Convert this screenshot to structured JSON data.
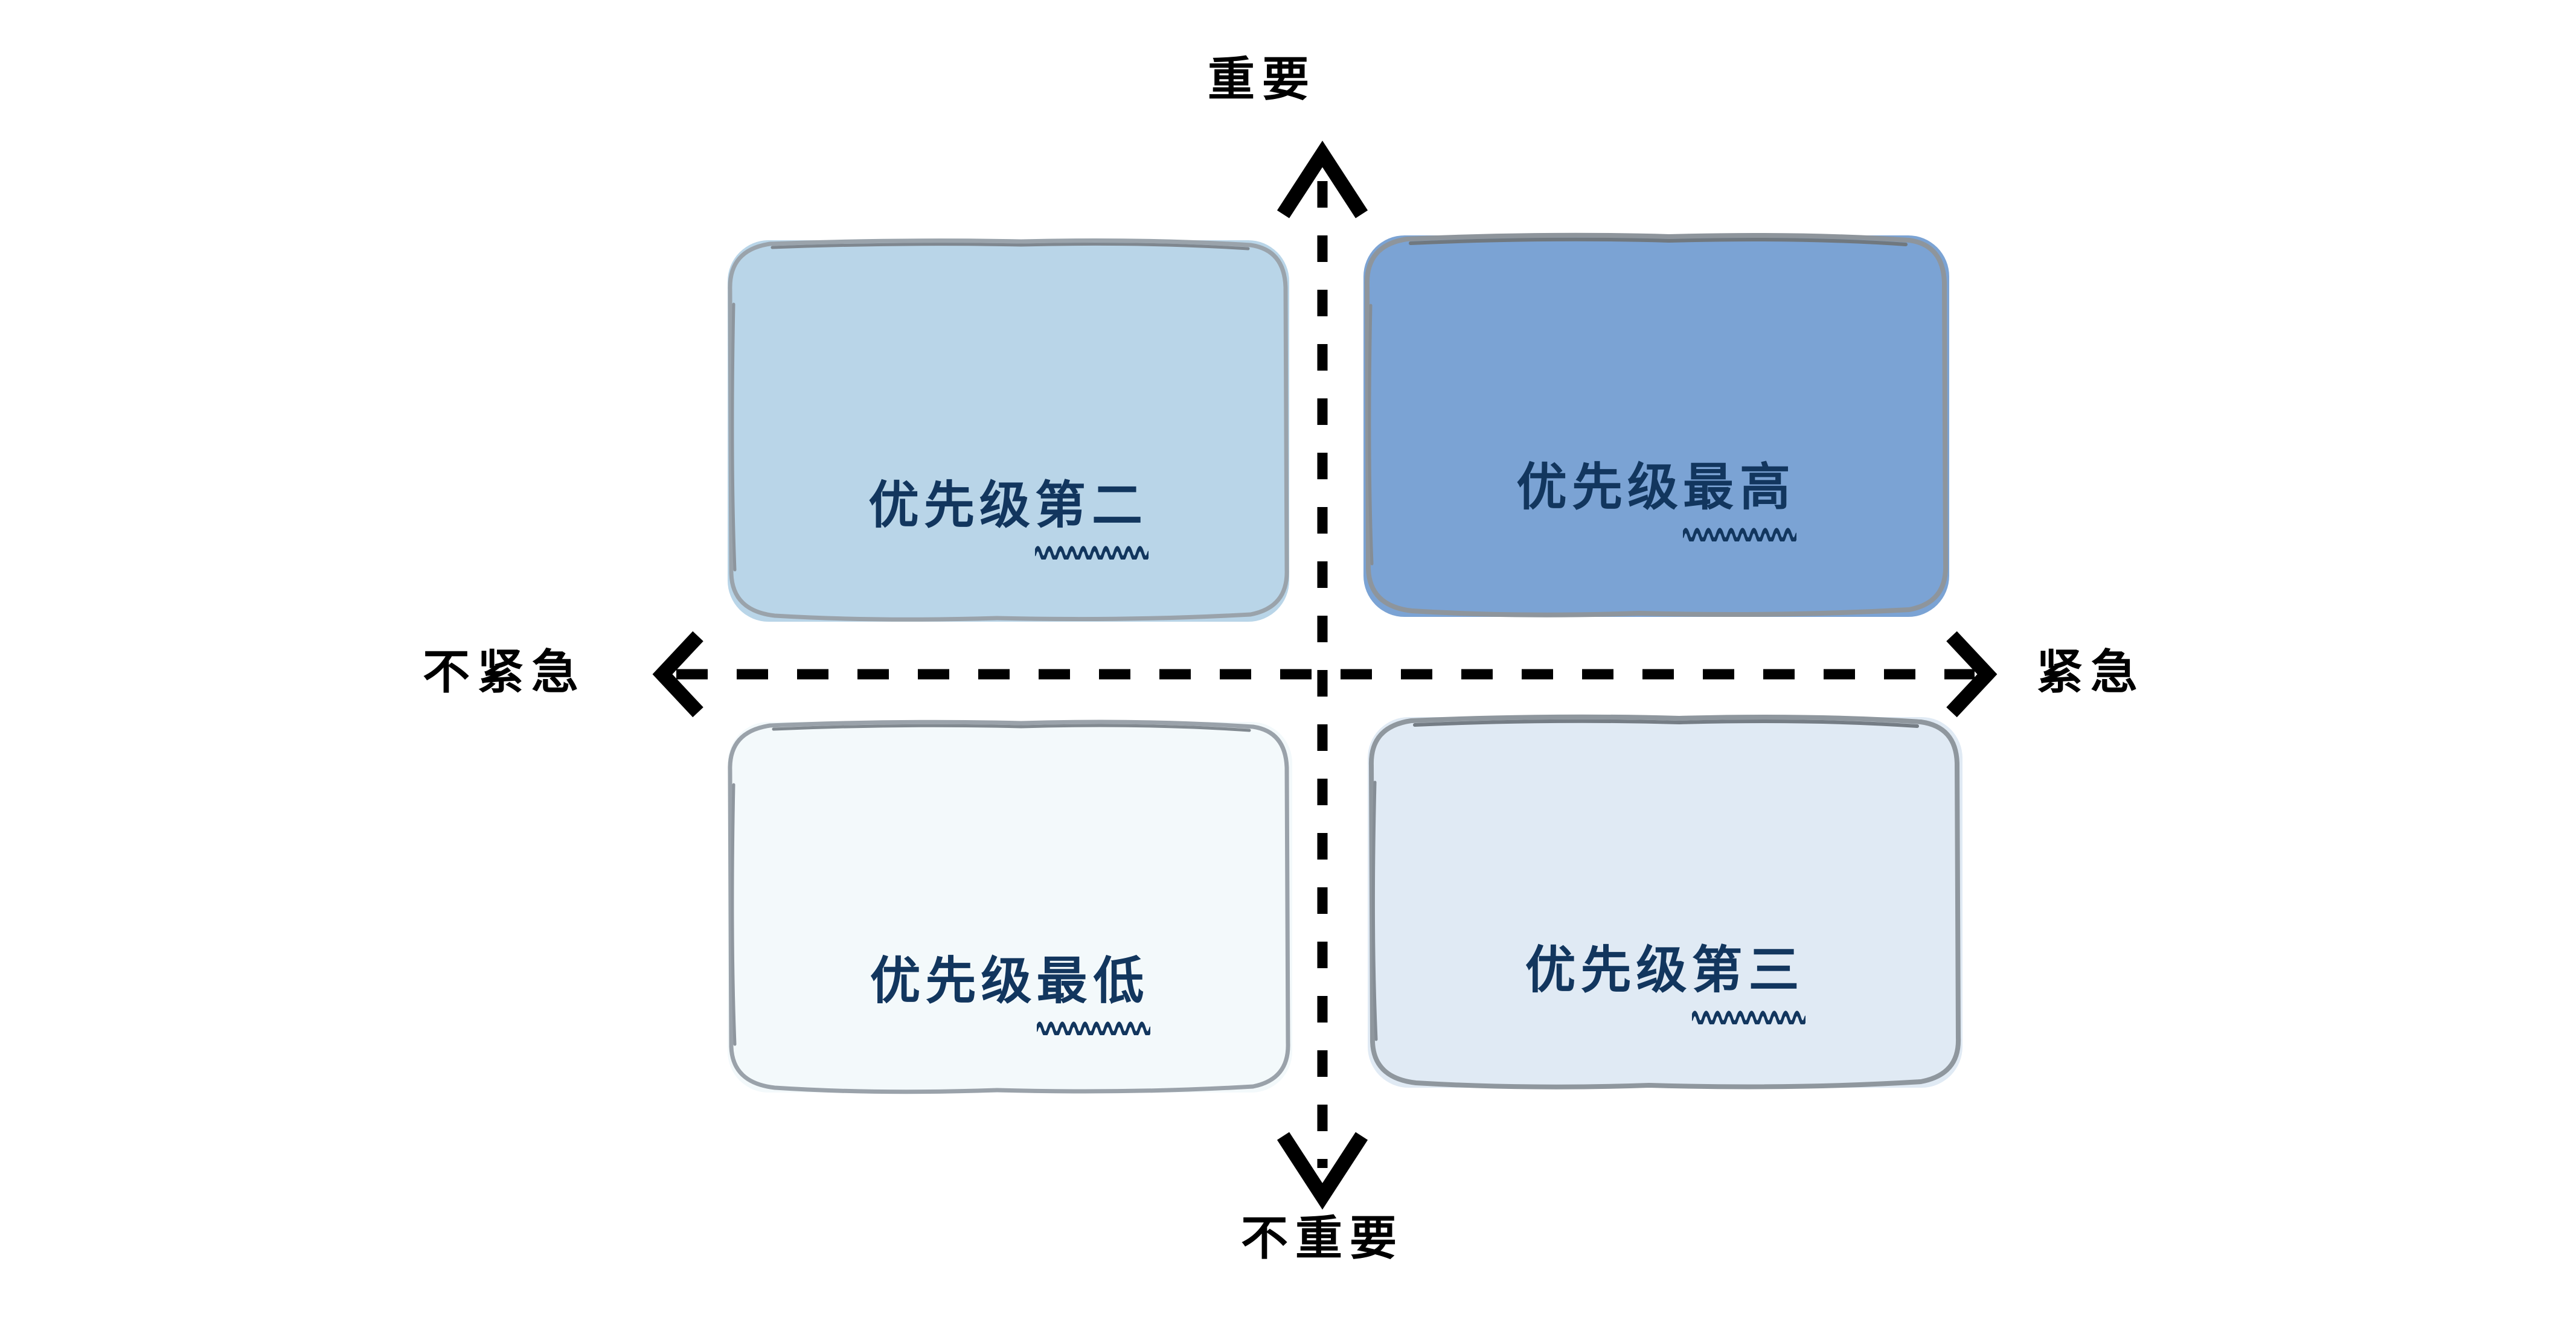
{
  "diagram": {
    "type": "eisenhower-matrix",
    "background_color": "#ffffff",
    "axes": {
      "vertical": {
        "top_label": "重要",
        "bottom_label": "不重要",
        "style": "dashed",
        "color": "#000000",
        "arrow_heads": [
          "up",
          "down"
        ]
      },
      "horizontal": {
        "left_label": "不紧急",
        "right_label": "紧急",
        "style": "dashed",
        "color": "#000000",
        "arrow_heads": [
          "left",
          "right"
        ]
      }
    },
    "quadrants": [
      {
        "id": "top-left",
        "position": "important-not-urgent",
        "prefix": "优先级",
        "emphasis": "第二",
        "full_text": "优先级 第二",
        "underline": "wavy",
        "fill_color": "#b9d5e8",
        "text_color": "#12365e"
      },
      {
        "id": "top-right",
        "position": "important-urgent",
        "prefix": "优先级",
        "emphasis": "最高",
        "full_text": "优先级最高",
        "underline": "wavy",
        "fill_color": "#7ba3d4",
        "text_color": "#12365e"
      },
      {
        "id": "bottom-left",
        "position": "not-important-not-urgent",
        "prefix": "优先级",
        "emphasis": "最低",
        "full_text": "优先级 最低",
        "underline": "wavy",
        "fill_color": "#f3f9fb",
        "text_color": "#12365e"
      },
      {
        "id": "bottom-right",
        "position": "not-important-urgent",
        "prefix": "优先级",
        "emphasis": "第三",
        "full_text": "优先级 第三",
        "underline": "wavy",
        "fill_color": "#e0eaf4",
        "text_color": "#12365e"
      }
    ]
  }
}
